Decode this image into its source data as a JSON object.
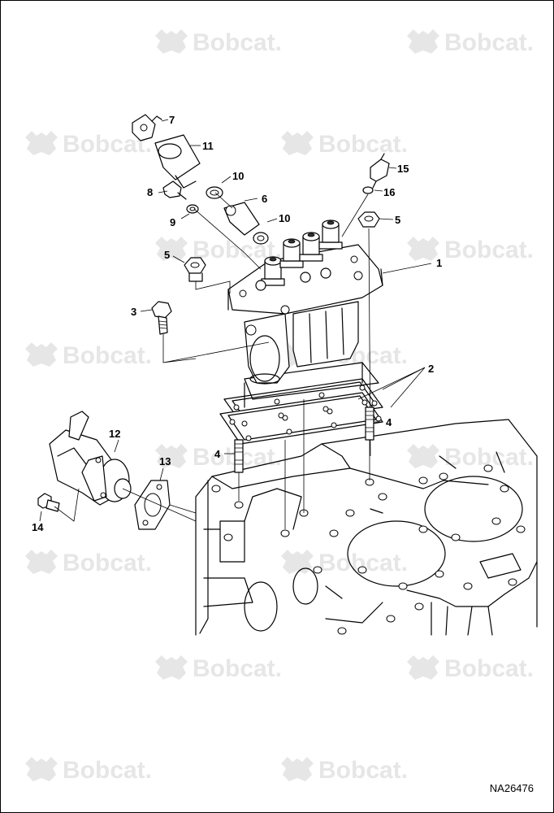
{
  "watermark": {
    "text": "Bobcat",
    "logo": "bobcat-head-icon"
  },
  "callouts": [
    {
      "id": "1",
      "label": "1"
    },
    {
      "id": "2",
      "label": "2"
    },
    {
      "id": "3",
      "label": "3"
    },
    {
      "id": "4a",
      "label": "4"
    },
    {
      "id": "4b",
      "label": "4"
    },
    {
      "id": "5a",
      "label": "5"
    },
    {
      "id": "5b",
      "label": "5"
    },
    {
      "id": "6",
      "label": "6"
    },
    {
      "id": "7",
      "label": "7"
    },
    {
      "id": "8",
      "label": "8"
    },
    {
      "id": "9",
      "label": "9"
    },
    {
      "id": "10a",
      "label": "10"
    },
    {
      "id": "10b",
      "label": "10"
    },
    {
      "id": "11",
      "label": "11"
    },
    {
      "id": "12",
      "label": "12"
    },
    {
      "id": "13",
      "label": "13"
    },
    {
      "id": "14",
      "label": "14"
    },
    {
      "id": "15",
      "label": "15"
    },
    {
      "id": "16",
      "label": "16"
    }
  ],
  "reference": "NA26476"
}
